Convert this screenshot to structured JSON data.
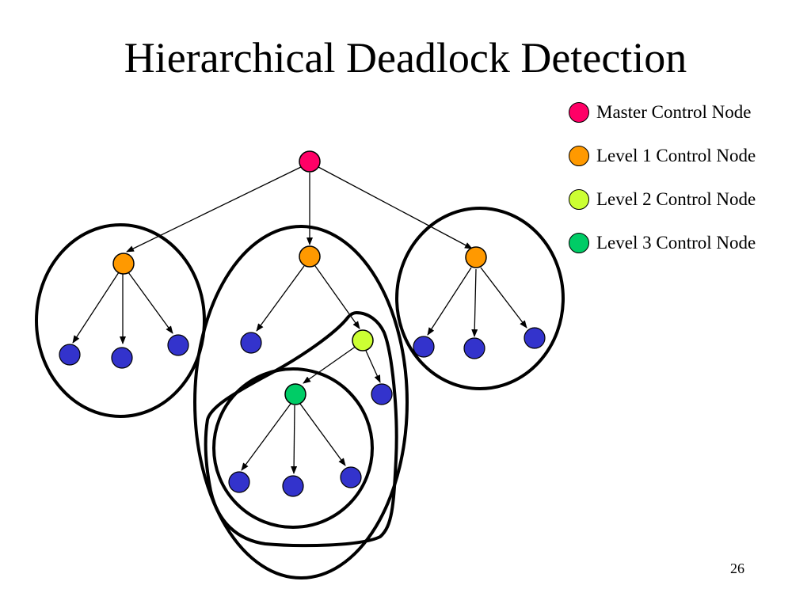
{
  "title": "Hierarchical Deadlock Detection",
  "legend": [
    {
      "label": "Master Control Node",
      "color": "#ff0066"
    },
    {
      "label": "Level 1 Control Node",
      "color": "#ff9900"
    },
    {
      "label": "Level 2 Control Node",
      "color": "#ccff33"
    },
    {
      "label": "Level 3 Control Node",
      "color": "#00cc66"
    }
  ],
  "colors": {
    "leaf": "#3333cc",
    "stroke": "#000000"
  },
  "page_number": "26"
}
